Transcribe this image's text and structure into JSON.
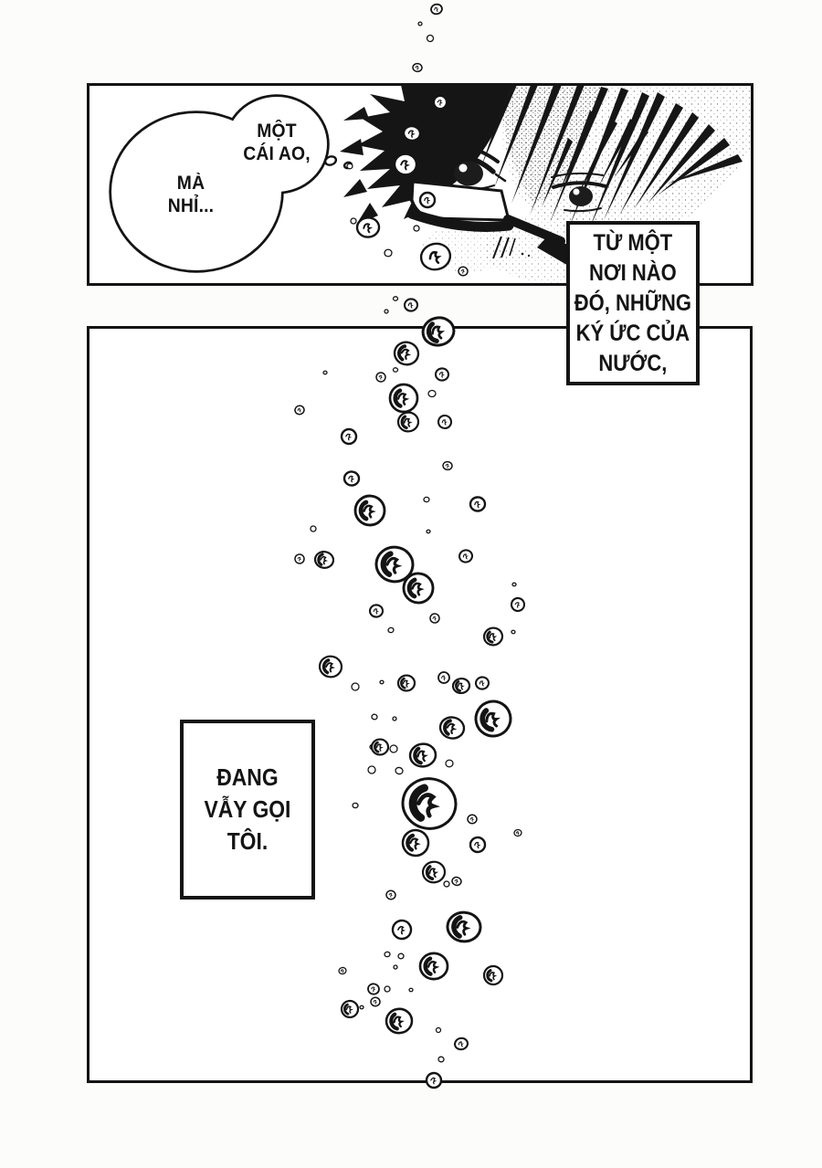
{
  "colors": {
    "ink": "#141414",
    "paper": "#ffffff",
    "page_background": "#fcfcfa"
  },
  "thought_bubble": {
    "top_lines": [
      "MỘT",
      "CÁI AO,"
    ],
    "bottom_lines": [
      "MÀ",
      "NHỈ..."
    ]
  },
  "caption1": {
    "lines": [
      "TỪ MỘT",
      "NƠI NÀO",
      "ĐÓ, NHỮNG",
      "KÝ ỨC CỦA",
      "NƯỚC,"
    ]
  },
  "caption2": {
    "lines": [
      "ĐANG",
      "VẪY GỌI",
      "TÔI."
    ]
  },
  "artwork": {
    "thought_lobes": [
      [
        215,
        210,
        93,
        86
      ],
      [
        303,
        158,
        55,
        52
      ]
    ],
    "thought_tail": [
      [
        362,
        176,
        6,
        4.5
      ],
      [
        381,
        181,
        4,
        3
      ]
    ],
    "bubbles": [
      [
        478,
        10,
        6,
        1
      ],
      [
        460,
        26,
        2,
        0
      ],
      [
        471,
        42,
        3.5,
        0
      ],
      [
        457,
        74,
        5,
        1
      ],
      [
        383,
        182,
        3,
        0
      ],
      [
        387,
        242,
        3,
        0
      ],
      [
        403,
        249,
        12,
        1
      ],
      [
        425,
        277,
        4,
        0
      ],
      [
        456,
        250,
        3,
        0
      ],
      [
        477,
        281,
        16,
        1
      ],
      [
        507,
        297,
        5,
        1
      ],
      [
        482,
        112,
        7,
        1
      ],
      [
        451,
        146,
        9,
        1
      ],
      [
        444,
        180,
        12,
        1
      ],
      [
        468,
        219,
        8,
        1
      ],
      [
        433,
        327,
        2.5,
        0
      ],
      [
        450,
        334,
        7,
        1
      ],
      [
        423,
        341,
        2,
        0
      ],
      [
        480,
        363,
        17,
        2
      ],
      [
        445,
        387,
        13,
        2
      ],
      [
        417,
        413,
        5,
        1
      ],
      [
        433,
        405,
        2.5,
        0
      ],
      [
        484,
        410,
        7,
        1
      ],
      [
        442,
        436,
        15,
        2
      ],
      [
        473,
        431,
        4,
        0
      ],
      [
        447,
        462,
        11,
        2
      ],
      [
        487,
        462,
        7,
        1
      ],
      [
        356,
        408,
        2,
        0
      ],
      [
        328,
        449,
        5,
        1
      ],
      [
        382,
        478,
        8,
        1
      ],
      [
        490,
        510,
        5,
        1
      ],
      [
        385,
        524,
        8,
        1
      ],
      [
        405,
        559,
        16,
        2
      ],
      [
        467,
        547,
        3,
        0
      ],
      [
        523,
        552,
        8,
        1
      ],
      [
        343,
        579,
        3,
        0
      ],
      [
        469,
        582,
        2,
        0
      ],
      [
        510,
        609,
        7,
        1
      ],
      [
        328,
        612,
        5,
        1
      ],
      [
        355,
        613,
        10,
        2
      ],
      [
        432,
        618,
        20,
        2
      ],
      [
        458,
        644,
        16,
        2
      ],
      [
        563,
        640,
        2,
        0
      ],
      [
        412,
        669,
        7,
        1
      ],
      [
        476,
        677,
        5,
        1
      ],
      [
        428,
        690,
        3,
        0
      ],
      [
        540,
        697,
        10,
        2
      ],
      [
        567,
        662,
        7,
        1
      ],
      [
        562,
        692,
        2,
        0
      ],
      [
        362,
        730,
        12,
        2
      ],
      [
        389,
        752,
        4,
        0
      ],
      [
        418,
        747,
        2,
        0
      ],
      [
        445,
        748,
        9,
        2
      ],
      [
        486,
        742,
        6,
        1
      ],
      [
        505,
        751,
        9,
        2
      ],
      [
        528,
        748,
        7,
        1
      ],
      [
        540,
        787,
        19,
        2
      ],
      [
        495,
        797,
        13,
        2
      ],
      [
        410,
        785,
        3,
        0
      ],
      [
        432,
        787,
        2,
        0
      ],
      [
        408,
        818,
        3,
        0
      ],
      [
        416,
        818,
        9,
        2
      ],
      [
        431,
        820,
        4,
        0
      ],
      [
        463,
        827,
        14,
        2
      ],
      [
        492,
        836,
        4,
        0
      ],
      [
        407,
        843,
        4,
        0
      ],
      [
        437,
        844,
        4,
        0
      ],
      [
        470,
        880,
        29,
        2
      ],
      [
        455,
        923,
        14,
        2
      ],
      [
        389,
        882,
        3,
        0
      ],
      [
        517,
        897,
        5,
        1
      ],
      [
        523,
        925,
        8,
        1
      ],
      [
        567,
        912,
        4,
        1
      ],
      [
        475,
        955,
        12,
        2
      ],
      [
        489,
        968,
        3,
        0
      ],
      [
        500,
        965,
        5,
        1
      ],
      [
        428,
        980,
        5,
        1
      ],
      [
        440,
        1018,
        10,
        1
      ],
      [
        508,
        1015,
        18,
        2
      ],
      [
        475,
        1058,
        15,
        2
      ],
      [
        540,
        1068,
        10,
        2
      ],
      [
        424,
        1045,
        3,
        0
      ],
      [
        439,
        1047,
        3,
        0
      ],
      [
        433,
        1059,
        2,
        0
      ],
      [
        375,
        1063,
        4,
        1
      ],
      [
        409,
        1083,
        6,
        1
      ],
      [
        424,
        1083,
        3,
        0
      ],
      [
        450,
        1084,
        2,
        0
      ],
      [
        411,
        1097,
        5,
        1
      ],
      [
        383,
        1105,
        9,
        2
      ],
      [
        396,
        1103,
        2,
        0
      ],
      [
        437,
        1118,
        14,
        2
      ],
      [
        480,
        1128,
        2.5,
        0
      ],
      [
        505,
        1143,
        7,
        1
      ],
      [
        483,
        1160,
        3,
        0
      ],
      [
        475,
        1183,
        8,
        1
      ]
    ]
  }
}
